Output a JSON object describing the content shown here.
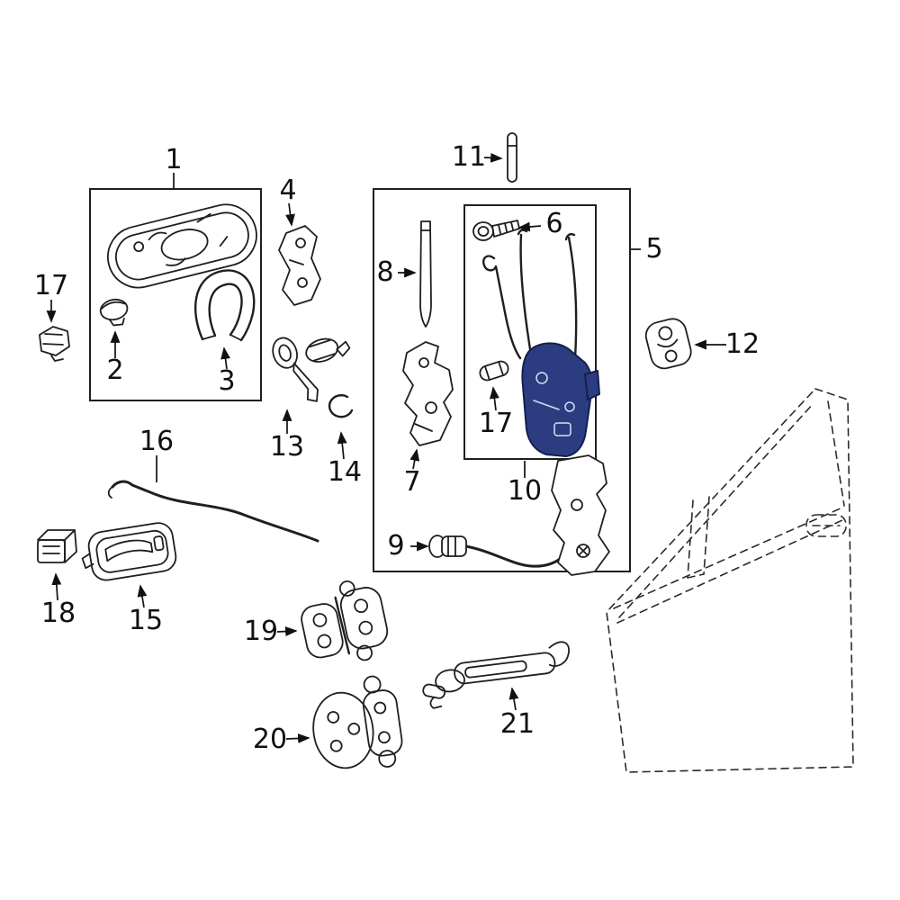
{
  "diagram": {
    "kind": "exploded-parts-diagram",
    "line_color": "#1f1f1f",
    "highlight_color": "#2c3c80",
    "background": "#ffffff"
  },
  "callouts": [
    {
      "label": "1"
    },
    {
      "label": "4"
    },
    {
      "label": "11"
    },
    {
      "label": "5"
    },
    {
      "label": "6"
    },
    {
      "label": "8"
    },
    {
      "label": "17"
    },
    {
      "label": "2"
    },
    {
      "label": "3"
    },
    {
      "label": "13"
    },
    {
      "label": "14"
    },
    {
      "label": "7"
    },
    {
      "label": "17"
    },
    {
      "label": "10"
    },
    {
      "label": "16"
    },
    {
      "label": "9"
    },
    {
      "label": "12"
    },
    {
      "label": "18"
    },
    {
      "label": "15"
    },
    {
      "label": "19"
    },
    {
      "label": "20"
    },
    {
      "label": "21"
    }
  ]
}
